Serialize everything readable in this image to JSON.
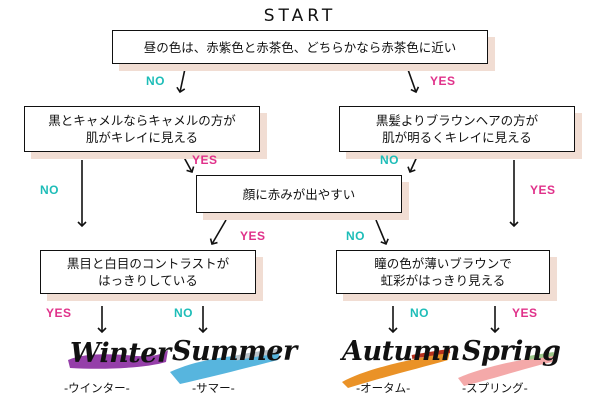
{
  "title": "START",
  "nodes": {
    "q1": "昼の色は、赤紫色と赤茶色、どちらかなら赤茶色に近い",
    "q2_line1": "黒とキャメルならキャメルの方が",
    "q2_line2": "肌がキレイに見える",
    "q3_line1": "黒髪よりブラウンヘアの方が",
    "q3_line2": "肌が明るくキレイに見える",
    "q4": "顔に赤みが出やすい",
    "q5_line1": "黒目と白目のコントラストが",
    "q5_line2": "はっきりしている",
    "q6_line1": "瞳の色が薄いブラウンで",
    "q6_line2": "虹彩がはっきり見える"
  },
  "labels": {
    "q1_no": "NO",
    "q1_yes": "YES",
    "q2_yes": "YES",
    "q2_no": "NO",
    "q3_no": "NO",
    "q3_yes": "YES",
    "q4_yes": "YES",
    "q4_no": "NO",
    "q5_yes": "YES",
    "q5_no": "NO",
    "q6_no": "NO",
    "q6_yes": "YES"
  },
  "results": {
    "winter": {
      "name": "Winter",
      "sub": "-ウインター-",
      "color": "#8a2aa0"
    },
    "summer": {
      "name": "Summer",
      "sub": "-サマー-",
      "color": "#3aa8d8"
    },
    "autumn": {
      "name": "Autumn",
      "sub": "-オータム-",
      "color": "#e8860f"
    },
    "spring": {
      "name": "Spring",
      "sub": "-スプリング-",
      "color": "#f29a9a"
    }
  },
  "colors": {
    "yes": "#e0318a",
    "no": "#1ebdb8",
    "shadow": "#f1ddd3"
  }
}
